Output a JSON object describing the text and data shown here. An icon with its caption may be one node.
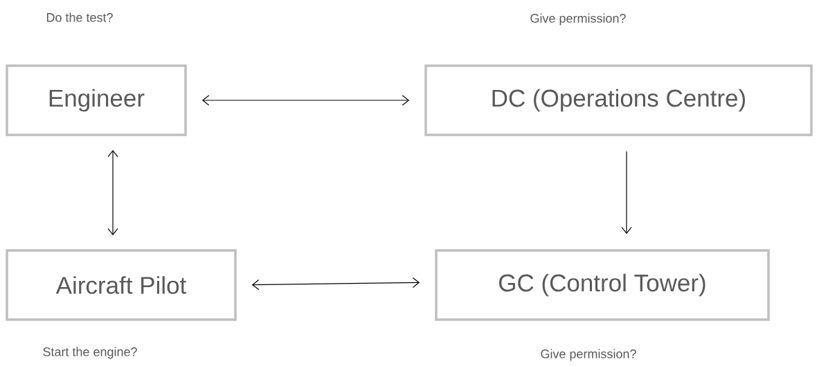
{
  "diagram": {
    "nodes": [
      {
        "text": [
          "Engineer"
        ],
        "beside": [
          "Do the test?"
        ]
      },
      {
        "text": [
          "DC (Operations Centre)"
        ],
        "beside": [
          "Give permission?"
        ]
      },
      {
        "text": [
          "Aircraft Pilot"
        ],
        "beside": [
          "Start the engine?"
        ]
      },
      {
        "text": [
          "GC (Control Tower)"
        ],
        "beside": [
          "Give permission?"
        ]
      }
    ],
    "edges": [
      {
        "from": 0,
        "to": 1,
        "arrow": "both"
      },
      {
        "from": 0,
        "to": 2,
        "arrow": "both"
      },
      {
        "from": 1,
        "to": 3,
        "arrow": "to"
      },
      {
        "from": 2,
        "to": 3,
        "arrow": "both"
      }
    ]
  }
}
